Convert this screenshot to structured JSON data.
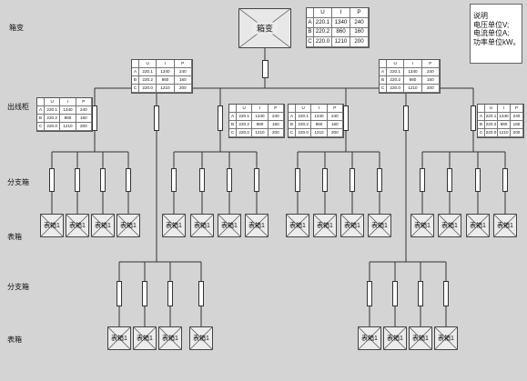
{
  "levels": {
    "main_transformer": "箱变",
    "outgoing_cabinet": "出线柜",
    "branch_box_1": "分支箱",
    "meter_box_1": "表箱",
    "branch_box_2": "分支箱",
    "meter_box_2": "表箱"
  },
  "transformer_label": "箱变",
  "meter_box_label": "表箱1",
  "notes": [
    "说明",
    "电压单位V;",
    "电流单位A;",
    "功率单位kW。"
  ],
  "table": {
    "headers": [
      "U",
      "I",
      "P"
    ],
    "rows": [
      {
        "phase": "A",
        "U": "220.1",
        "I": "1340",
        "P": "240"
      },
      {
        "phase": "B",
        "U": "220.2",
        "I": "860",
        "P": "160"
      },
      {
        "phase": "C",
        "U": "220.0",
        "I": "1210",
        "P": "200"
      }
    ]
  },
  "colors": {
    "background": "#d4d4d4",
    "line": "#333333",
    "box_fill": "#ececec"
  }
}
